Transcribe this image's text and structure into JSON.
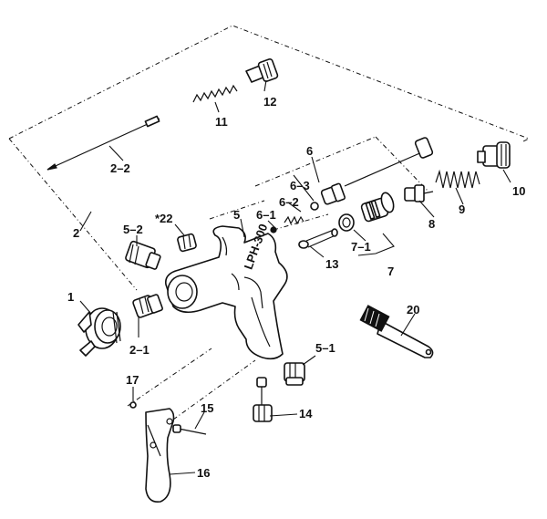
{
  "diagram": {
    "labels": {
      "p1": "1",
      "p2": "2",
      "p2_1": "2–1",
      "p2_2": "2–2",
      "p5": "5",
      "p5_1": "5–1",
      "p5_2": "5–2",
      "p6": "6",
      "p6_1": "6–1",
      "p6_2": "6–2",
      "p6_3": "6–3",
      "p7": "7",
      "p7_1": "7–1",
      "p8": "8",
      "p9": "9",
      "p10": "10",
      "p11": "11",
      "p12": "12",
      "p13": "13",
      "p14": "14",
      "p15": "15",
      "p16": "16",
      "p17": "17",
      "p20": "20",
      "p22": "*22"
    },
    "gun_body_marking": "LPH-300"
  }
}
